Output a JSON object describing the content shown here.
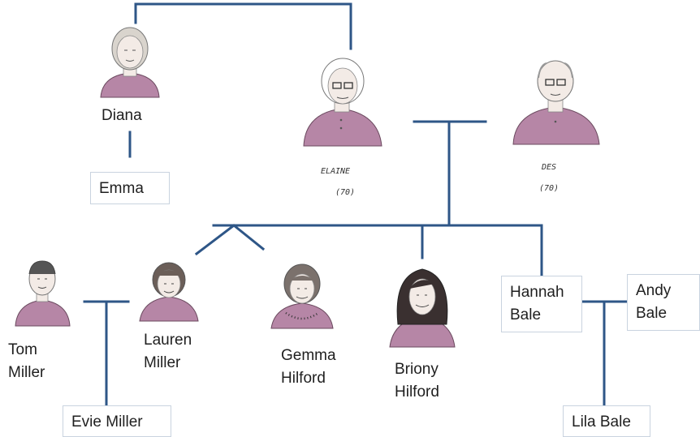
{
  "colors": {
    "line": "#2e5687",
    "shirt": "#b686a6",
    "shirt_dark": "#7a4d6b",
    "skin": "#f3ebe6",
    "hair_grey": "#d9d4cd",
    "hair_dark": "#3a3030"
  },
  "people": {
    "diana": {
      "name": "Diana",
      "icon": "grandmother-portrait-icon"
    },
    "elaine": {
      "name": "ELAINE",
      "age": "(70)",
      "icon": "elderly-woman-portrait-icon"
    },
    "des": {
      "name": "DES",
      "age": "(70)",
      "icon": "elderly-man-portrait-icon"
    },
    "tom": {
      "name": "Tom\nMiller",
      "icon": "man-portrait-icon"
    },
    "lauren": {
      "name": "Lauren\nMiller",
      "icon": "woman-portrait-icon"
    },
    "gemma": {
      "name": "Gemma\nHilford",
      "icon": "woman-portrait-icon"
    },
    "briony": {
      "name": "Briony\nHilford",
      "icon": "woman-long-hair-portrait-icon"
    }
  },
  "boxes": {
    "emma": "Emma",
    "hannah": "Hannah\nBale",
    "andy": "Andy\nBale",
    "evie": "Evie Miller",
    "lila": "Lila Bale"
  }
}
